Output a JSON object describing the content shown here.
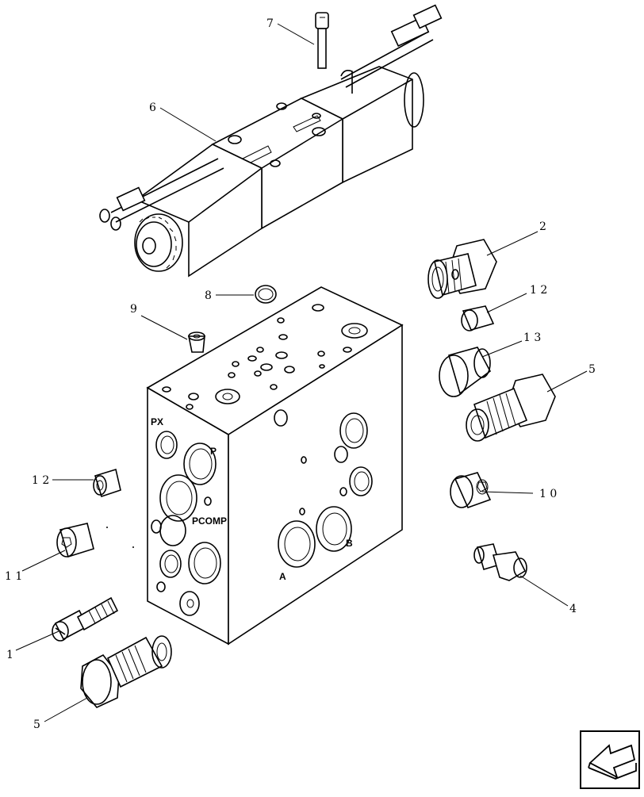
{
  "callouts": {
    "c1": "1",
    "c2": "2",
    "c4": "4",
    "c5a": "5",
    "c5b": "5",
    "c6": "6",
    "c7": "7",
    "c8": "8",
    "c9": "9",
    "c10": "1 0",
    "c11": "1 1",
    "c12a": "1 2",
    "c12b": "1 2",
    "c13": "1 3"
  },
  "ports": {
    "px": "PX",
    "p": "P",
    "pcomp": "PCOMP",
    "a": "A",
    "b": "B"
  },
  "nav": {
    "icon": "back-arrow-icon"
  }
}
